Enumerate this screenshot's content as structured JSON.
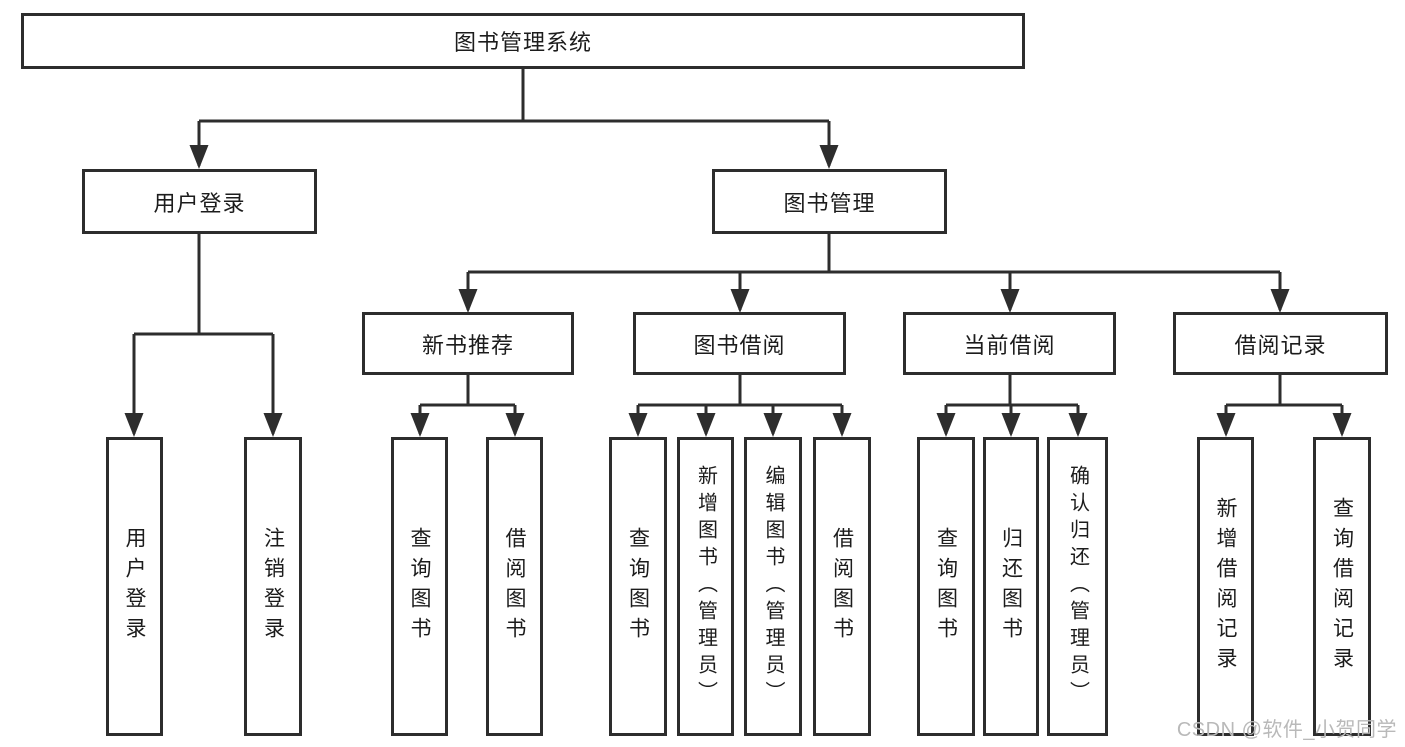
{
  "diagram": {
    "nodes": {
      "root": "图书管理系统",
      "user_login": "用户登录",
      "book_mgmt": "图书管理",
      "new_book": "新书推荐",
      "book_borrow": "图书借阅",
      "current_borrow": "当前借阅",
      "borrow_record": "借阅记录",
      "leaf_user_login": "用户登录",
      "leaf_logout": "注销登录",
      "leaf_nb_query": "查询图书",
      "leaf_nb_borrow": "借阅图书",
      "leaf_bb_query": "查询图书",
      "leaf_bb_add": "新增图书（管理员）",
      "leaf_bb_edit": "编辑图书（管理员）",
      "leaf_bb_borrow": "借阅图书",
      "leaf_cb_query": "查询图书",
      "leaf_cb_return": "归还图书",
      "leaf_cb_confirm": "确认归还（管理员）",
      "leaf_br_add": "新增借阅记录",
      "leaf_br_query": "查询借阅记录"
    },
    "watermark": "CSDN @软件_小贺同学",
    "line_color": "#2d2d2d",
    "background_color": "#ffffff"
  }
}
